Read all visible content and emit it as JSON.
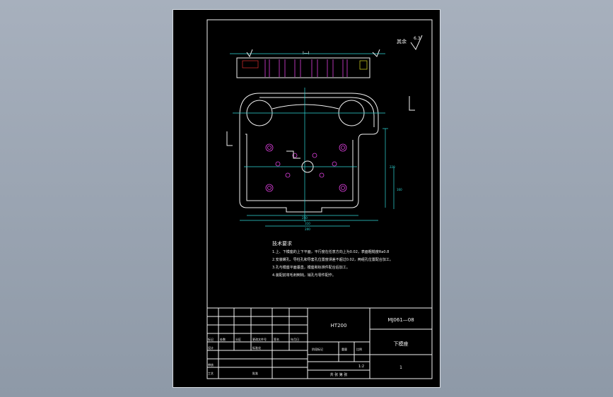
{
  "drawing": {
    "notes_title": "技术要求",
    "notes": [
      "1.上、下模座的上下平面，平行度在任意方向上为0.02，表面粗糙度Ra0.8",
      "2.安装螺孔、导柱孔和导套孔位置度误差不超过0.02，两组孔位置配合加工。",
      "3.孔与模座平面垂直，模座和标准件配合后加工。",
      "4.装配前将毛刺倒钝，销孔与零件配作。"
    ],
    "roughness_label": "其余",
    "roughness_value": "6.3",
    "section_label": "I—I",
    "dimensions": {
      "overall_width": "310",
      "inner_width": "250",
      "hole_span": "200",
      "height_overall": "220",
      "height_inner": "160"
    }
  },
  "title_block": {
    "material": "HT200",
    "drawing_no": "MJ061—08",
    "part_name": "下模座",
    "scale": "1:2",
    "sheet_info": "共 张 第 张",
    "row_headers": [
      "标记",
      "处数",
      "分区",
      "更改文件号",
      "签名",
      "年月日"
    ],
    "row_labels": [
      "设计",
      "审核",
      "工艺"
    ],
    "mid_labels": [
      "标准化",
      "批准"
    ],
    "stage_labels": [
      "阶段标记",
      "重量",
      "比例"
    ],
    "quantity": "1"
  }
}
